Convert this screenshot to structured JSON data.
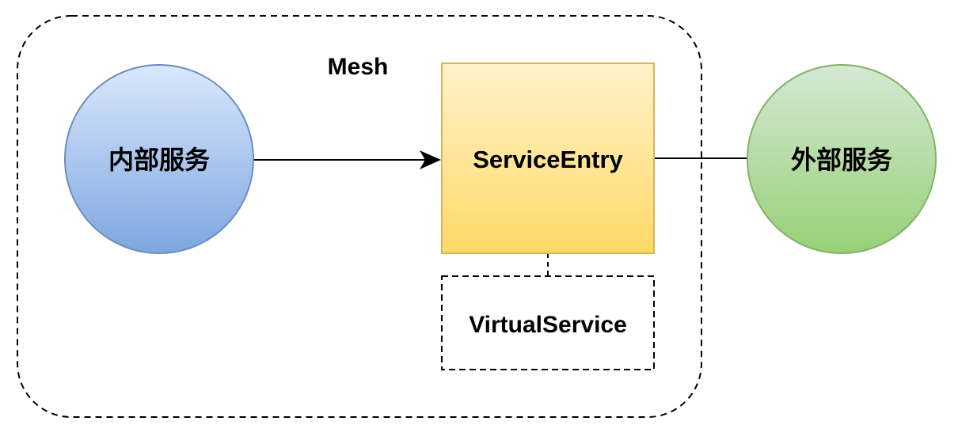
{
  "diagram": {
    "mesh_label": "Mesh",
    "internal_service": "内部服务",
    "service_entry": "ServiceEntry",
    "virtual_service": "VirtualService",
    "external_service": "外部服务"
  },
  "colors": {
    "internal_fill_top": "#dae8fc",
    "internal_fill_bottom": "#7ea6e0",
    "internal_stroke": "#6c8ebf",
    "entry_fill_top": "#fff2cc",
    "entry_fill_bottom": "#ffd966",
    "entry_stroke": "#d6b656",
    "external_fill_top": "#d5e8d4",
    "external_fill_bottom": "#97d077",
    "external_stroke": "#82b366",
    "line": "#000000"
  },
  "icons": {
    "arrow": "arrowhead-icon"
  }
}
